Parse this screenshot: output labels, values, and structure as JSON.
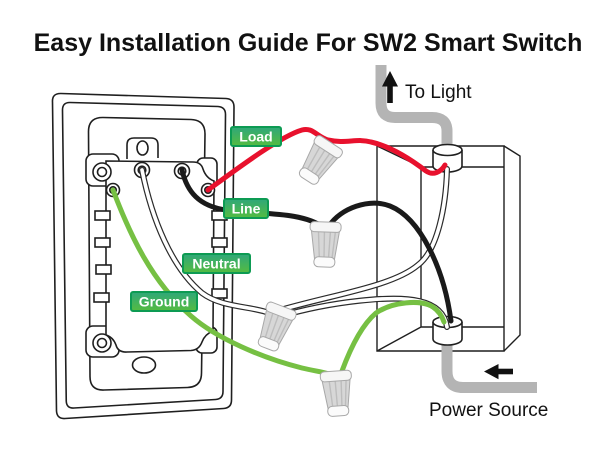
{
  "title": "Easy Installation Guide For SW2 Smart Switch",
  "wire_labels": {
    "load": "Load",
    "line": "Line",
    "neutral": "Neutral",
    "ground": "Ground"
  },
  "annotations": {
    "to_light": "To Light",
    "power_source": "Power Source"
  },
  "arrows": {
    "to_light_direction": "up",
    "power_source_direction": "left"
  },
  "colors": {
    "wire_load": "#e8112d",
    "wire_line": "#1a1a1a",
    "wire_neutral": "#ffffff",
    "wire_neutral_outline": "#2b2b2b",
    "wire_ground": "#76c043",
    "label_gradient_top": "#2fa779",
    "label_gradient_bottom": "#55bc40",
    "label_border": "#0d9b53",
    "label_text": "#ffffff",
    "cable_gray": "#b4b4b4",
    "arrow_black": "#111111",
    "outline": "#1f1f1f"
  }
}
